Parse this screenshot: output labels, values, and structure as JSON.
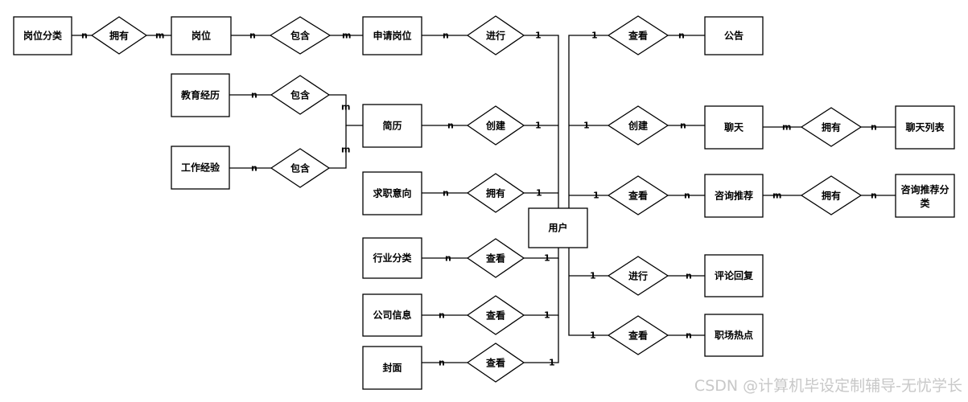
{
  "entities": {
    "post_category": "岗位分类",
    "post": "岗位",
    "apply_post": "申请岗位",
    "announcement": "公告",
    "education": "教育经历",
    "resume": "简历",
    "chat": "聊天",
    "chat_list": "聊天列表",
    "work_experience": "工作经验",
    "job_intention": "求职意向",
    "consult_recommend": "咨询推荐",
    "consult_recommend_category": "咨询推荐分类",
    "user": "用户",
    "industry_category": "行业分类",
    "comment_reply": "评论回复",
    "company_info": "公司信息",
    "workplace_hot": "职场热点",
    "cover": "封面"
  },
  "relationships": {
    "post_category_post": "拥有",
    "post_apply": "包含",
    "apply_user": "进行",
    "user_announcement": "查看",
    "education_resume": "包含",
    "work_resume": "包含",
    "resume_user": "创建",
    "user_chat": "创建",
    "chat_list": "拥有",
    "intention_user": "拥有",
    "user_consult": "查看",
    "consult_category": "拥有",
    "industry_user": "查看",
    "user_comment": "进行",
    "company_user": "查看",
    "user_hot": "查看",
    "cover_user": "查看"
  },
  "cardinality": {
    "one": "1",
    "many_n": "n",
    "many_m": "m"
  },
  "watermark": "CSDN @计算机毕设定制辅导-无忧学长"
}
